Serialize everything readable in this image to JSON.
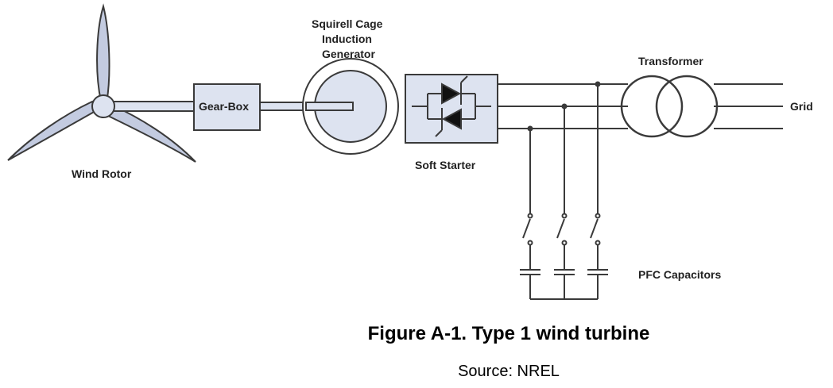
{
  "labels": {
    "wind_rotor": "Wind Rotor",
    "gearbox": "Gear-Box",
    "generator_line1": "Squirell Cage",
    "generator_line2": "Induction",
    "generator_line3": "Generator",
    "soft_starter": "Soft Starter",
    "transformer": "Transformer",
    "grid": "Grid",
    "pfc_capacitors": "PFC Capacitors"
  },
  "caption": {
    "title": "Figure A-1. Type 1 wind turbine",
    "source": "Source: NREL"
  },
  "colors": {
    "stroke": "#3a3a3a",
    "blade_fill": "#c3cbe0",
    "component_fill": "#dde3f0",
    "thyristor_fill": "#111111"
  }
}
